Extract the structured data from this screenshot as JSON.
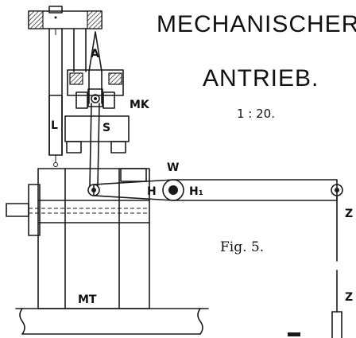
{
  "title_line1": "MECHANISCHER",
  "title_line2": "ANTRIEB.",
  "scale": "1 : 20.",
  "figure": "Fig. 5.",
  "labels": {
    "a": "A",
    "l": "L",
    "s": "S",
    "mk": "MK",
    "w": "W",
    "h": "H",
    "h1": "H₁",
    "z_upper": "Z",
    "z_lower": "Z",
    "mt": "MT"
  }
}
